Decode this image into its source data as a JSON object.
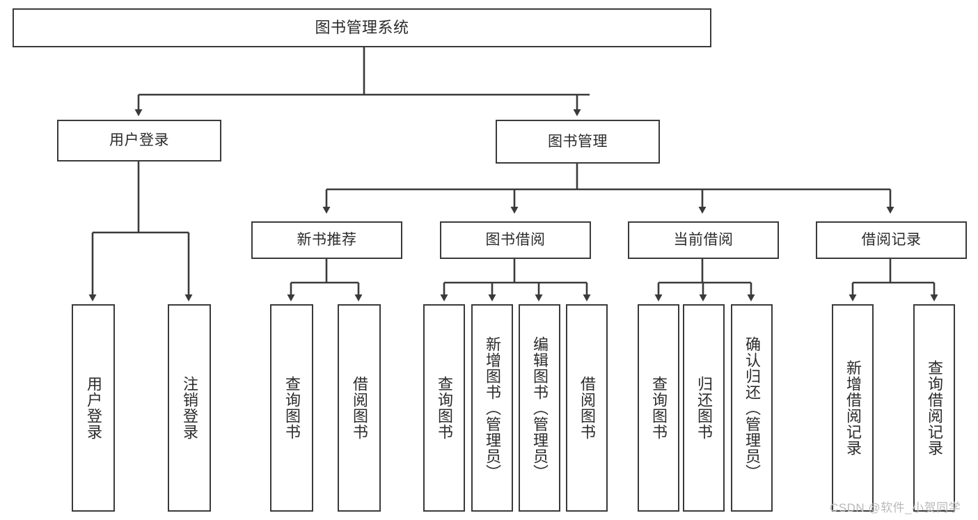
{
  "diagram": {
    "title": "图书管理系统",
    "type": "tree",
    "root": {
      "label": "图书管理系统"
    },
    "level2": [
      {
        "label": "用户登录"
      },
      {
        "label": "图书管理"
      }
    ],
    "level3": [
      {
        "label": "新书推荐"
      },
      {
        "label": "图书借阅"
      },
      {
        "label": "当前借阅"
      },
      {
        "label": "借阅记录"
      }
    ],
    "leaves": {
      "user_login": [
        {
          "label": "用户登录"
        },
        {
          "label": "注销登录"
        }
      ],
      "new_book": [
        {
          "label": "查询图书"
        },
        {
          "label": "借阅图书"
        }
      ],
      "book_borrow": [
        {
          "label": "查询图书"
        },
        {
          "label": "新增图书（管理员）"
        },
        {
          "label": "编辑图书（管理员）"
        },
        {
          "label": "借阅图书"
        }
      ],
      "current_borrow": [
        {
          "label": "查询图书"
        },
        {
          "label": "归还图书"
        },
        {
          "label": "确认归还（管理员）"
        }
      ],
      "borrow_record": [
        {
          "label": "新增借阅记录"
        },
        {
          "label": "查询借阅记录"
        }
      ]
    }
  },
  "watermark": {
    "text": "CSDN @软件_小贺同学"
  },
  "colors": {
    "stroke": "#3a3a3a",
    "background": "#ffffff",
    "text": "#2b2b2b",
    "watermark": "#b9b9b9"
  }
}
